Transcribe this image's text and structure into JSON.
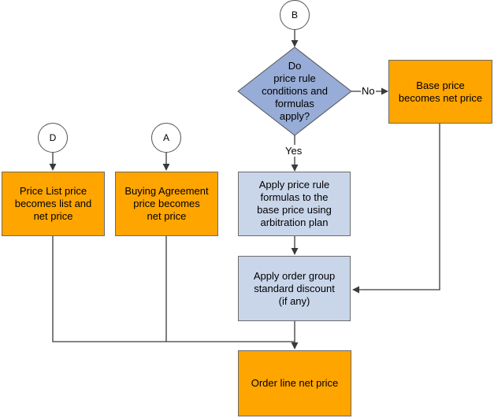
{
  "connectors": {
    "b": "B",
    "d": "D",
    "a": "A"
  },
  "decision": {
    "text": "Do\nprice rule\nconditions and\nformulas\napply?",
    "yes_label": "Yes",
    "no_label": "No"
  },
  "nodes": {
    "base_price": "Base price\nbecomes net price",
    "price_list": "Price List price\nbecomes list and\nnet price",
    "buying_agreement": "Buying Agreement\nprice becomes\nnet price",
    "apply_formulas": "Apply price rule\nformulas to the\nbase price using\narbitration plan",
    "apply_discount": "Apply order group\nstandard discount\n(if any)",
    "order_line": "Order line net price"
  },
  "colors": {
    "process_orange": "#ffa500",
    "process_blue": "#c9d6ea",
    "decision_blue": "#97acd6",
    "line": "#3a3a3a"
  }
}
